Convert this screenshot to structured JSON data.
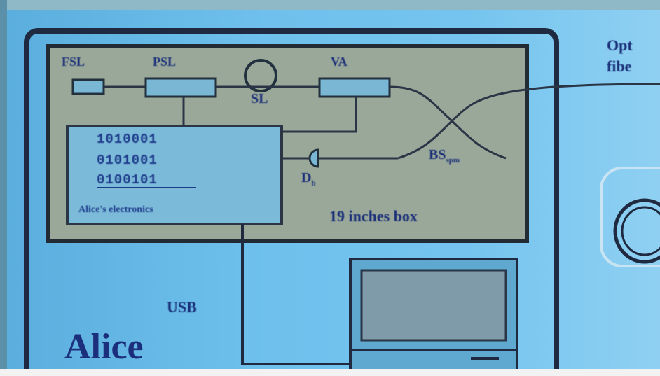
{
  "diagram": {
    "fsl_label": "FSL",
    "psl_label": "PSL",
    "sl_label": "SL",
    "va_label": "VA",
    "bs_label": "BS",
    "bs_subscript": "spm",
    "detector_label": "D",
    "detector_subscript": "b",
    "bits": [
      "1010001",
      "0101001",
      "0100101"
    ],
    "electronics_label": "Alice's electronics",
    "fiber_note": "19 inches box",
    "usb_label": "USB",
    "party_label": "Alice",
    "optical_fiber_label_lines": [
      "Opt",
      "fibe"
    ]
  },
  "colors": {
    "background": "#6fc0ec",
    "box_fill": "#9aa89a",
    "electronics_fill": "#7cbad9",
    "text": "#1a2f78"
  }
}
